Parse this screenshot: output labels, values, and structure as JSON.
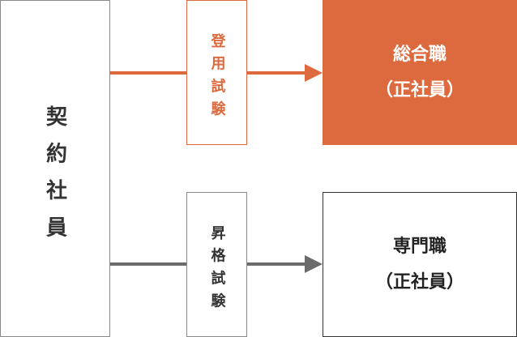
{
  "colors": {
    "accent": "#dd6a3e",
    "gray": "#6b6b6b",
    "border": "#8a8a8a"
  },
  "left_box": {
    "label": "契約社員"
  },
  "top_exam": {
    "label": "登用試験"
  },
  "bottom_exam": {
    "label": "昇格試験"
  },
  "top_target": {
    "line1": "総合職",
    "line2": "（正社員）"
  },
  "bottom_target": {
    "line1": "専門職",
    "line2": "（正社員）"
  }
}
